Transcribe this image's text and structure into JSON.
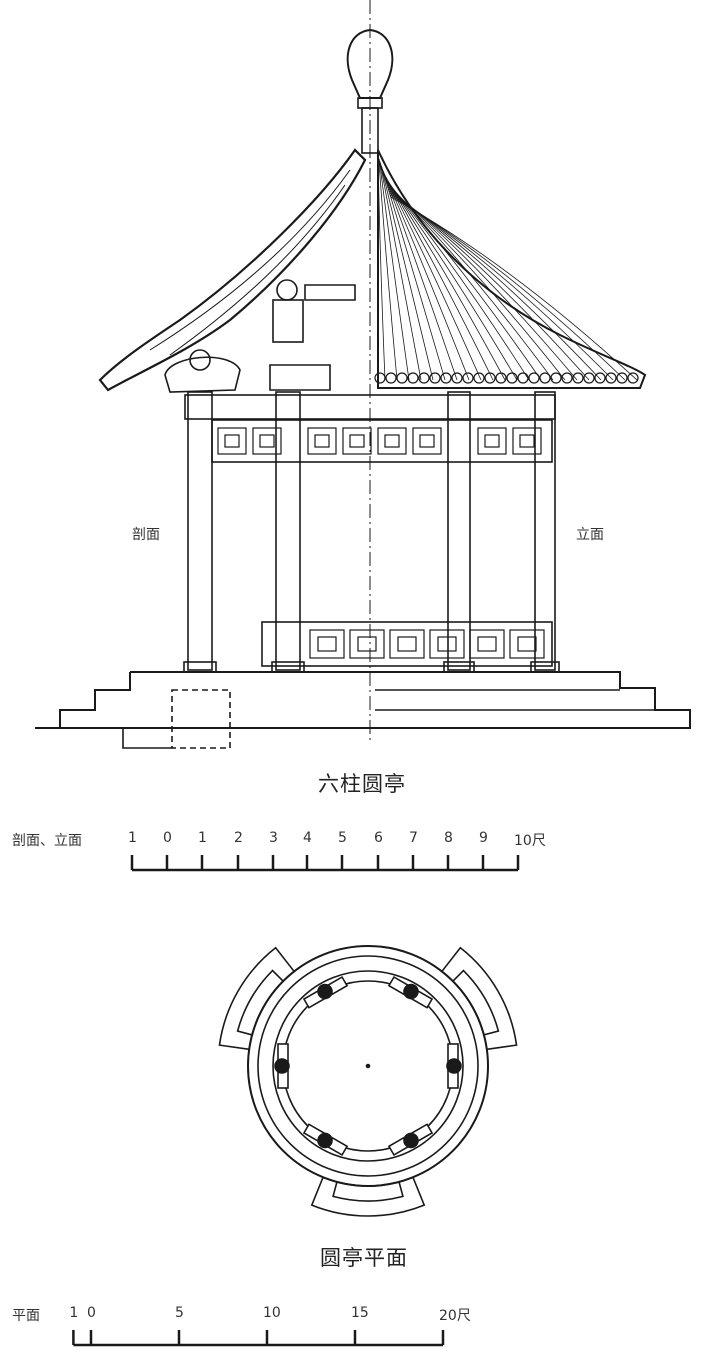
{
  "elevation": {
    "title": "六柱圆亭",
    "section_label": "剖面",
    "elevation_label": "立面"
  },
  "plan": {
    "title": "圆亭平面",
    "column_count": 6
  },
  "scale_elevation": {
    "label": "剖面、立面",
    "ticks": [
      "1",
      "0",
      "1",
      "2",
      "3",
      "4",
      "5",
      "6",
      "7",
      "8",
      "9",
      "10尺"
    ]
  },
  "scale_plan": {
    "label": "平面",
    "ticks": [
      "1",
      "0",
      "5",
      "10",
      "15",
      "20尺"
    ],
    "values": [
      -1,
      0,
      5,
      10,
      15,
      20
    ]
  },
  "colors": {
    "ink": "#1a1a1a",
    "paper": "#ffffff"
  }
}
